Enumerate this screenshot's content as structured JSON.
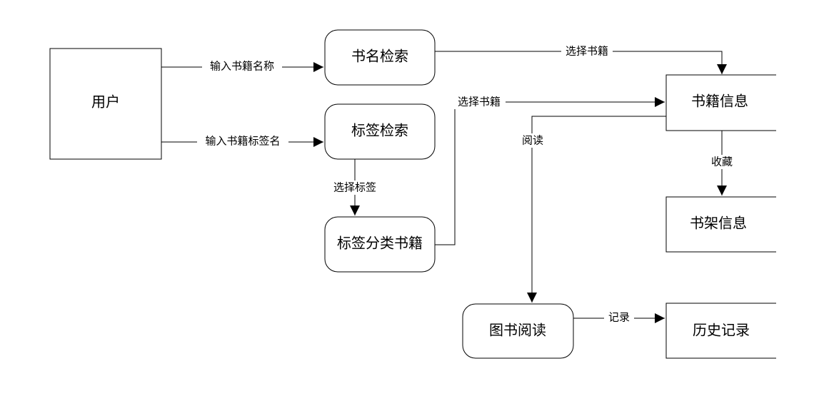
{
  "nodes": {
    "user": "用户",
    "title_search": "书名检索",
    "tag_search": "标签检索",
    "tag_books": "标签分类书籍",
    "book_info": "书籍信息",
    "shelf_info": "书架信息",
    "book_reading": "图书阅读",
    "history": "历史记录"
  },
  "edges": {
    "input_book_name": "输入书籍名称",
    "input_tag_name": "输入书籍标签名",
    "select_book_1": "选择书籍",
    "select_book_2": "选择书籍",
    "select_tag": "选择标签",
    "read": "阅读",
    "favorite": "收藏",
    "record": "记录"
  },
  "colors": {
    "stroke": "#000000",
    "background": "#ffffff"
  }
}
